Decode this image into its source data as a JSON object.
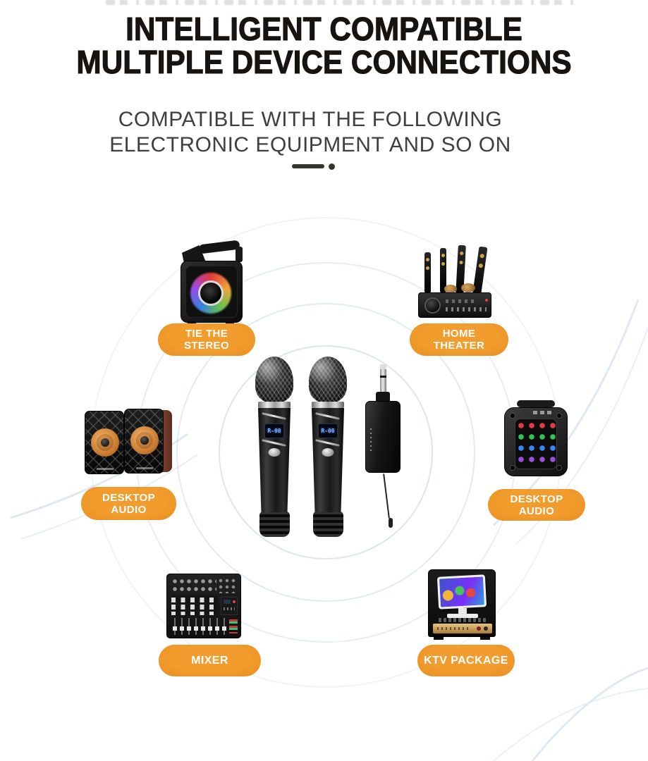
{
  "header": {
    "title_line1": "INTELLIGENT COMPATIBLE",
    "title_line2": "MULTIPLE DEVICE CONNECTIONS",
    "subtitle_line1": "COMPATIBLE WITH THE FOLLOWING",
    "subtitle_line2": "ELECTRONIC EQUIPMENT AND SO ON"
  },
  "colors": {
    "accent_orange": "#f29c2e",
    "title_black": "#171310",
    "subtitle_gray": "#3f3f3f",
    "lcd_blue": "#7fb4ff",
    "ring_blue": "#c9d8e8"
  },
  "devices": [
    {
      "id": "tie-the-stereo",
      "label_line1": "TIE THE",
      "label_line2": "STEREO"
    },
    {
      "id": "home-theater",
      "label_line1": "HOME",
      "label_line2": "THEATER"
    },
    {
      "id": "desktop-audio-left",
      "label_line1": "DESKTOP",
      "label_line2": "AUDIO"
    },
    {
      "id": "desktop-audio-right",
      "label_line1": "DESKTOP",
      "label_line2": "AUDIO"
    },
    {
      "id": "mixer",
      "label_line1": "MIXER"
    },
    {
      "id": "ktv-package",
      "label_line1": "KTV PACKAGE"
    }
  ],
  "center_product": {
    "mic_display_text": "R-08"
  }
}
